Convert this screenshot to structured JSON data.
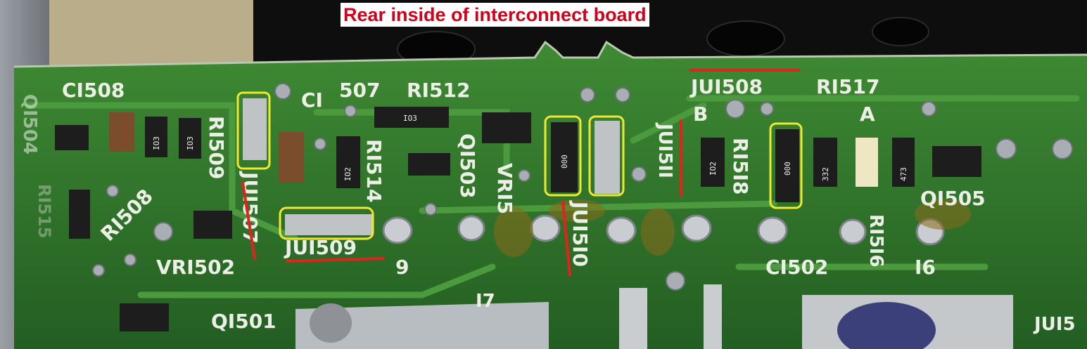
{
  "caption": "Rear inside of interconnect board",
  "colors": {
    "caption_text": "#d0021b",
    "caption_background": "#ffffff",
    "board": "#2f7a2a",
    "silkscreen": "#ecefe6",
    "highlight": "#f0e830",
    "marker": "#e0231c"
  },
  "labels": [
    {
      "key": "c1508",
      "text": "CI508"
    },
    {
      "key": "c1507a",
      "text": "CI"
    },
    {
      "key": "c1507b",
      "text": "507"
    },
    {
      "key": "r1512",
      "text": "RI512"
    },
    {
      "key": "ju1508",
      "text": "JUI508"
    },
    {
      "key": "r1517",
      "text": "RI517"
    },
    {
      "key": "b",
      "text": "B"
    },
    {
      "key": "a",
      "text": "A"
    },
    {
      "key": "r1509",
      "text": "RI509"
    },
    {
      "key": "ju1507",
      "text": "JUI507"
    },
    {
      "key": "r1514",
      "text": "RI514"
    },
    {
      "key": "q1503",
      "text": "QI503"
    },
    {
      "key": "vr15",
      "text": "VRI5"
    },
    {
      "key": "ju1511",
      "text": "JUI5II"
    },
    {
      "key": "r1518",
      "text": "RI5I8"
    },
    {
      "key": "q1505",
      "text": "QI505"
    },
    {
      "key": "r1508",
      "text": "RI508"
    },
    {
      "key": "ju1509",
      "text": "JUI509"
    },
    {
      "key": "n9",
      "text": "9"
    },
    {
      "key": "ju1510",
      "text": "JUI5I0"
    },
    {
      "key": "c1502",
      "text": "CI502"
    },
    {
      "key": "r1516",
      "text": "RI5I6"
    },
    {
      "key": "n16",
      "text": "I6"
    },
    {
      "key": "vr1502",
      "text": "VRI502"
    },
    {
      "key": "q1501",
      "text": "QI501"
    },
    {
      "key": "n17",
      "text": "I7"
    },
    {
      "key": "ju",
      "text": "JUI5"
    },
    {
      "key": "q1504",
      "text": "QI504"
    },
    {
      "key": "r1515",
      "text": "RI515"
    }
  ],
  "smd_codes": [
    "IO3",
    "IO3",
    "IO3",
    "IO2",
    "000",
    "IO2",
    "000",
    "332",
    "473"
  ]
}
